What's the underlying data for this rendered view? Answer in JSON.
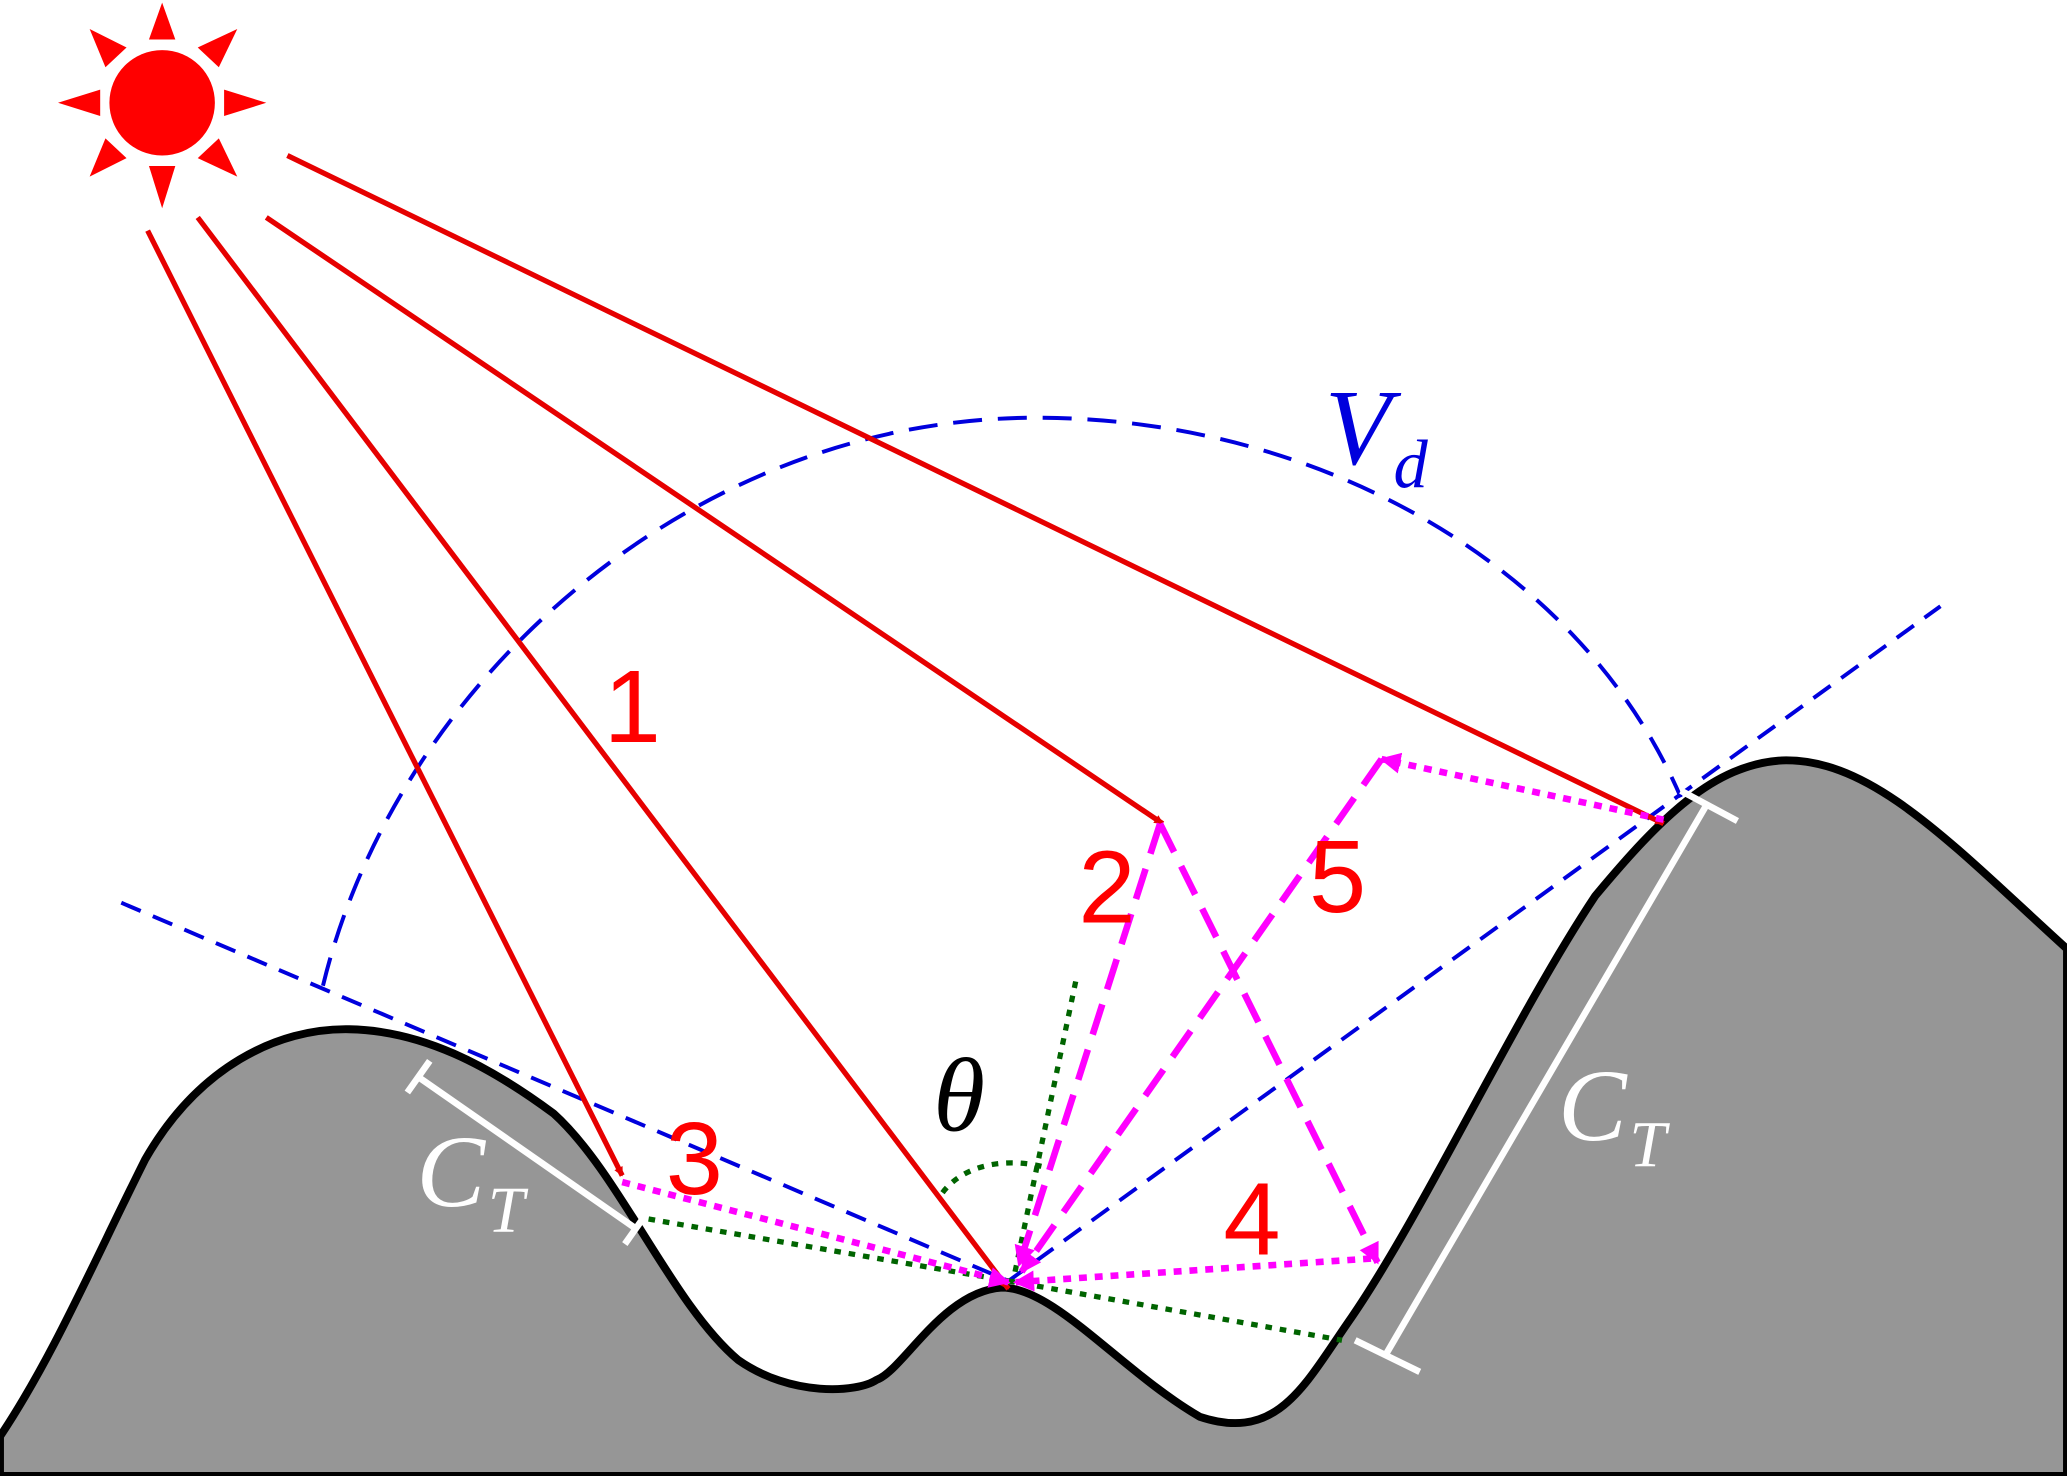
{
  "labels": {
    "ray1": "1",
    "ray2": "2",
    "ray3": "3",
    "ray4": "4",
    "ray5": "5",
    "theta": "θ",
    "visibility_main": "V",
    "visibility_sub": "d",
    "terrain_main": "C",
    "terrain_sub": "T"
  },
  "colors": {
    "sun": "#ff0000",
    "direct_ray": "#e60000",
    "scattered_ray": "#ff00ff",
    "horizon": "#0000dd",
    "normal": "#006400",
    "terrain_fill": "#969696",
    "terrain_outline": "#000000",
    "terrain_marker": "#ffffff",
    "label_red": "#ff0000",
    "label_blue": "#0000dd"
  },
  "icons": {
    "sun": "sun-icon"
  }
}
